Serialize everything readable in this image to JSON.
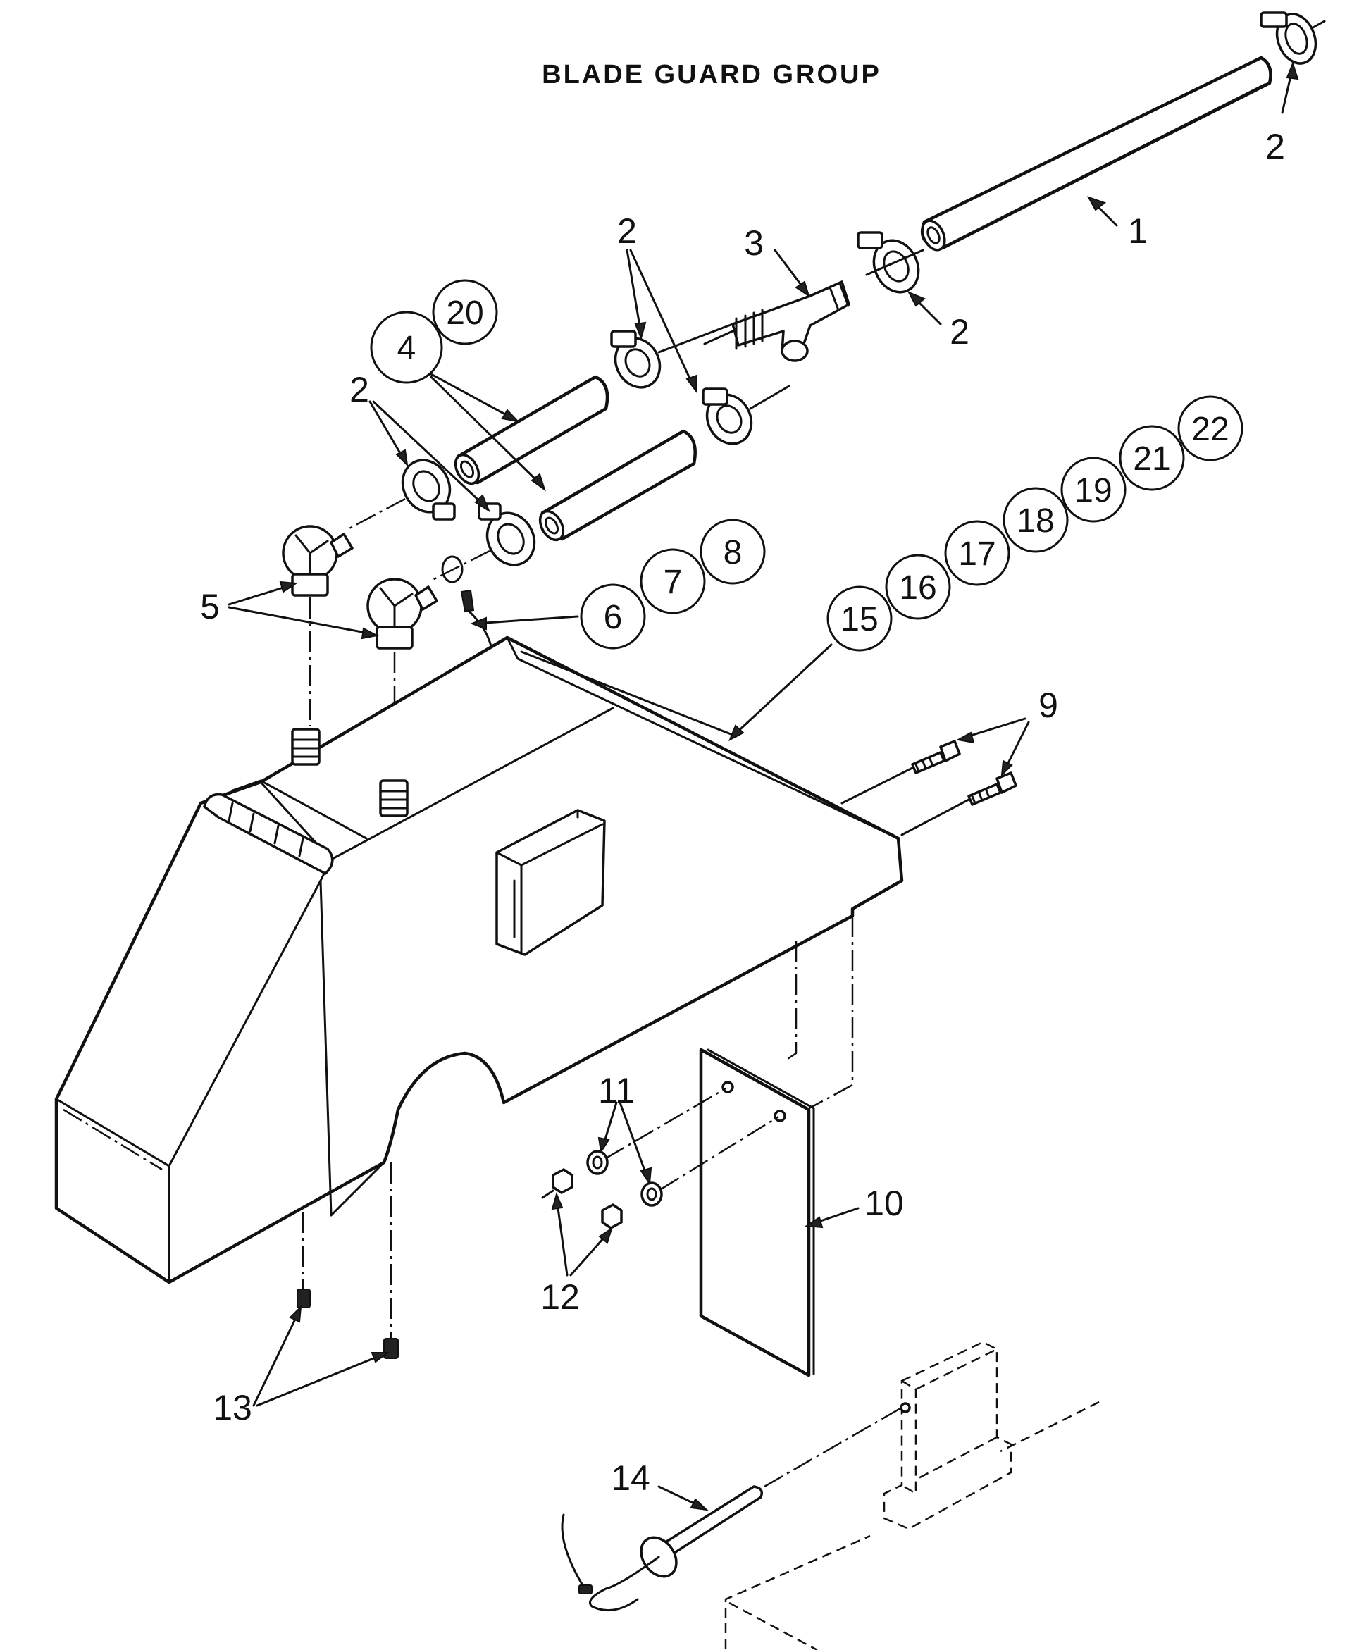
{
  "title": "BLADE GUARD GROUP",
  "callouts": {
    "c1": "1",
    "c2_top_right": "2",
    "c2_middle_right": "2",
    "c2_top_center": "2",
    "c2_left": "2",
    "c3": "3",
    "c5": "5",
    "c9": "9",
    "c10": "10",
    "c11": "11",
    "c12": "12",
    "c13": "13",
    "c14": "14"
  },
  "circled_callouts": {
    "c4": "4",
    "c20": "20",
    "c6": "6",
    "c7": "7",
    "c8": "8",
    "c15": "15",
    "c16": "16",
    "c17": "17",
    "c18": "18",
    "c19": "19",
    "c21": "21",
    "c22": "22"
  }
}
